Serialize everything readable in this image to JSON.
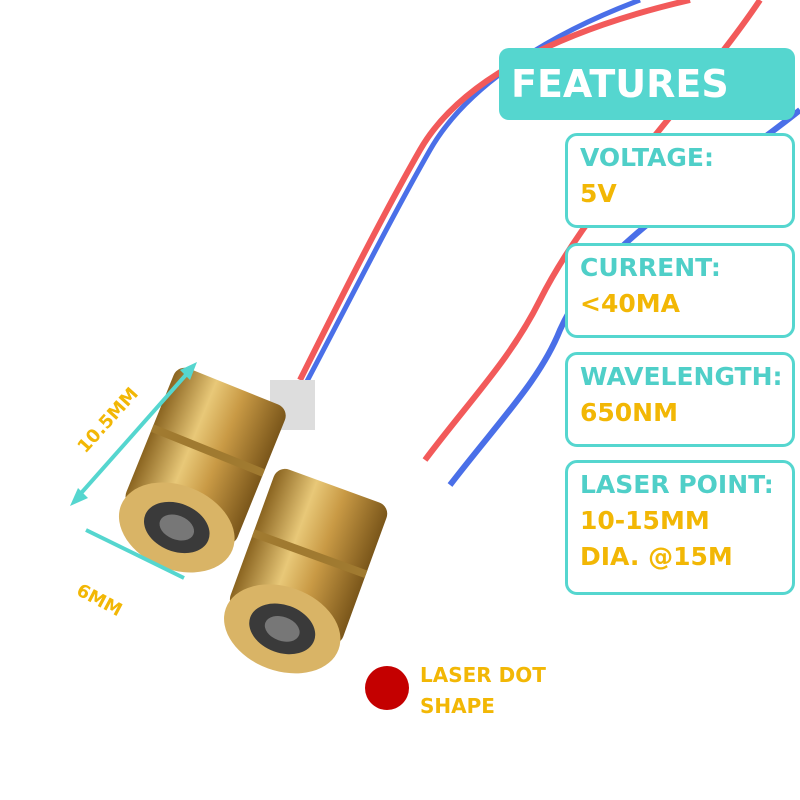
{
  "header": {
    "title": "FEATURES"
  },
  "features": [
    {
      "label": "VOLTAGE:",
      "value": "5V"
    },
    {
      "label": "CURRENT:",
      "value": "<40MA"
    },
    {
      "label": "WAVELENGTH:",
      "value": "650NM"
    },
    {
      "label": "LASER POINT:",
      "value": "10-15MM",
      "value2": "DIA. @15M"
    }
  ],
  "dimensions": {
    "length": "10.5MM",
    "diameter": "6MM"
  },
  "laser_dot": {
    "label_line1": "LASER DOT",
    "label_line2": "SHAPE",
    "color": "#c40000"
  },
  "colors": {
    "accent": "#55d6cf",
    "value": "#f2b705",
    "wire_red": "#f25a5a",
    "wire_blue": "#4a6fe8",
    "brass": "#c9a04a"
  }
}
